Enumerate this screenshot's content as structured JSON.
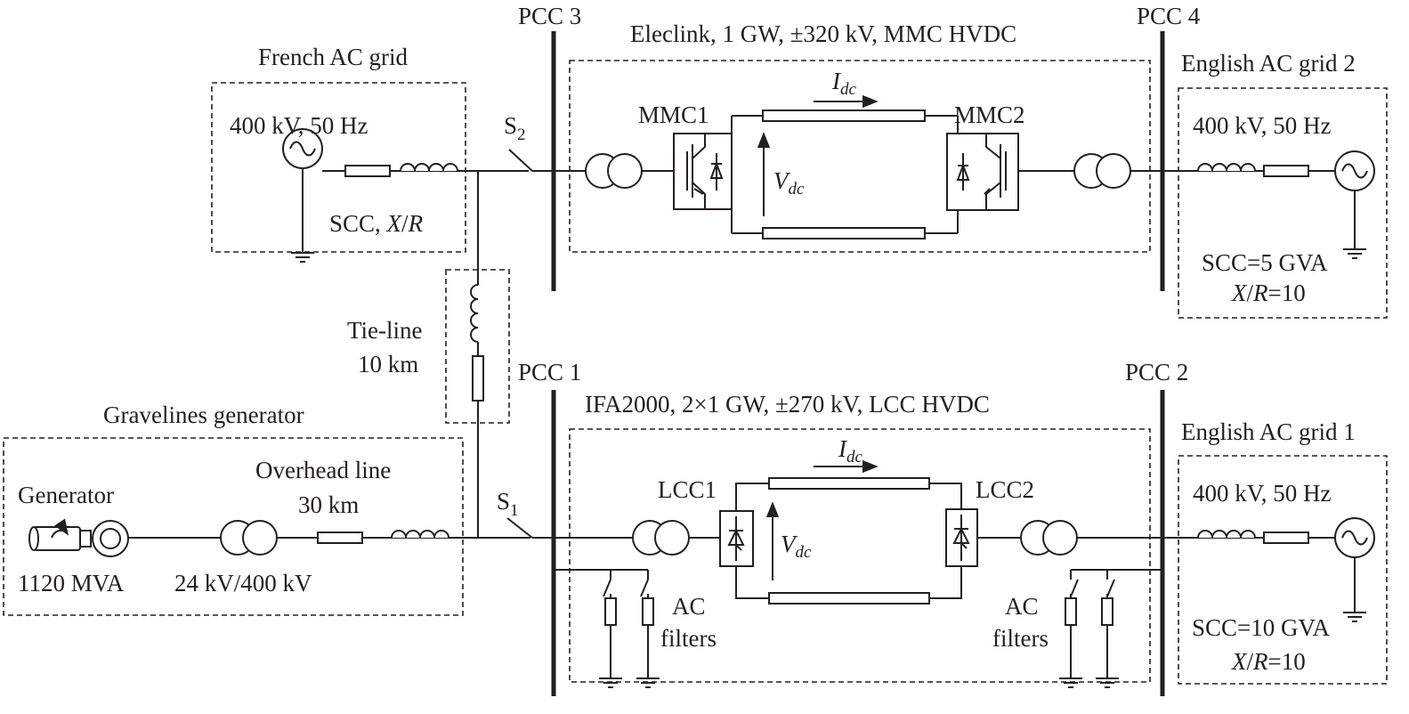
{
  "figure": {
    "pcc3": "PCC 3",
    "pcc4": "PCC 4",
    "pcc1": "PCC 1",
    "pcc2": "PCC 2",
    "eleclink_title": "Eleclink, 1 GW, ±320 kV, MMC HVDC",
    "ifa_title": "IFA2000, 2×1 GW, ±270 kV, LCC HVDC",
    "french_grid": {
      "title": "French AC grid",
      "rating": "400 kV, 50 Hz",
      "scc_prefix": "SCC, ",
      "scc_x": "X",
      "scc_slash": "/",
      "scc_r": "R"
    },
    "english_grid_2": {
      "title": "English AC grid 2",
      "rating": "400 kV, 50 Hz",
      "scc": "SCC=5 GVA",
      "xr_x": "X",
      "xr_slash": "/",
      "xr_r": "R",
      "xr_value": "=10"
    },
    "english_grid_1": {
      "title": "English AC grid 1",
      "rating": "400 kV, 50 Hz",
      "scc": "SCC=10 GVA",
      "xr_x": "X",
      "xr_slash": "/",
      "xr_r": "R",
      "xr_value": "=10"
    },
    "mmc1": "MMC1",
    "mmc2": "MMC2",
    "lcc1": "LCC1",
    "lcc2": "LCC2",
    "idc_main": "I",
    "idc_sub": "dc",
    "vdc_main": "V",
    "vdc_sub": "dc",
    "switch_s2_main": "S",
    "switch_s2_sub": "2",
    "switch_s1_main": "S",
    "switch_s1_sub": "1",
    "tie_line": "Tie-line",
    "tie_line_length": "10 km",
    "gravelines_title": "Gravelines generator",
    "generator": "Generator",
    "generator_rating": "1120 MVA",
    "transformer_rating": "24 kV/400 kV",
    "overhead_line": "Overhead line",
    "overhead_length": "30 km",
    "ac_filters_line1": "AC",
    "ac_filters_line2": "filters"
  }
}
